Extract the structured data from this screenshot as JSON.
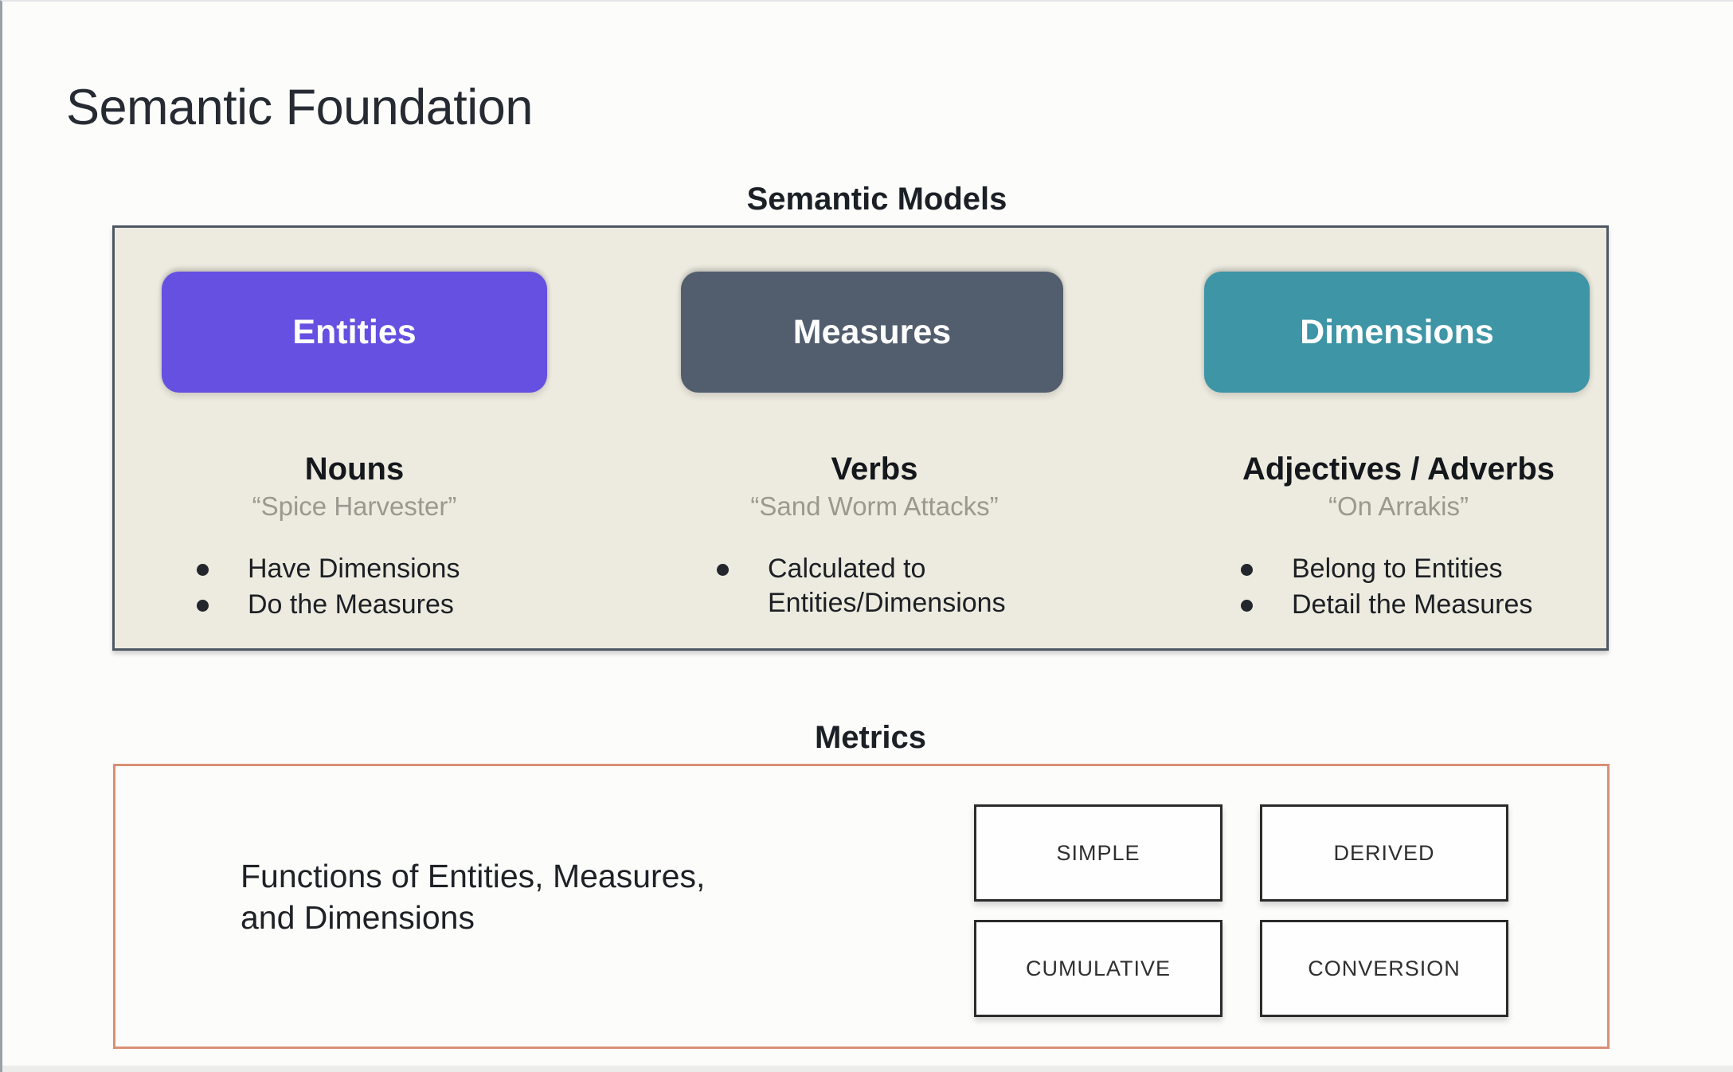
{
  "slide": {
    "title": "Semantic Foundation"
  },
  "semantic_models": {
    "heading": "Semantic Models",
    "panel_bg": "#edebdf",
    "columns": [
      {
        "button": "Entities",
        "button_color": "#6550e1",
        "word_type": "Nouns",
        "example": "“Spice Harvester”",
        "bullets": [
          "Have Dimensions",
          "Do the Measures"
        ]
      },
      {
        "button": "Measures",
        "button_color": "#525e6e",
        "word_type": "Verbs",
        "example": "“Sand Worm Attacks”",
        "bullets": [
          "Calculated to Entities/Dimensions"
        ]
      },
      {
        "button": "Dimensions",
        "button_color": "#3d95a6",
        "word_type": "Adjectives / Adverbs",
        "example": "“On Arrakis”",
        "bullets": [
          "Belong to Entities",
          "Detail the Measures"
        ]
      }
    ]
  },
  "metrics": {
    "heading": "Metrics",
    "border_color": "#d89076",
    "description_line1": "Functions of Entities, Measures,",
    "description_line2": "and Dimensions",
    "types": [
      "SIMPLE",
      "DERIVED",
      "CUMULATIVE",
      "CONVERSION"
    ]
  }
}
